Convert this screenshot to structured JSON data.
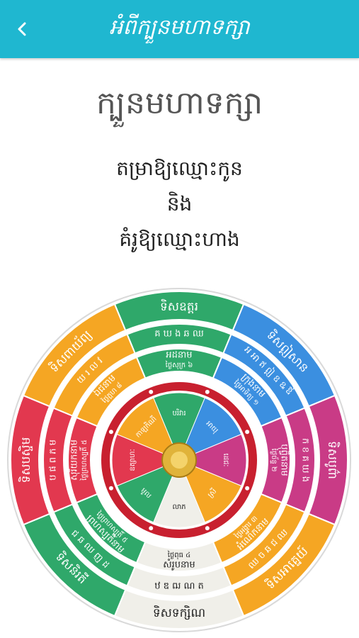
{
  "header": {
    "title": "អំពីក្បួនមហាទក្សា",
    "back_icon": "back-arrow-icon",
    "color": "#1fb7d0"
  },
  "main": {
    "title": "ក្បួនមហាទក្សា",
    "line1": "តម្រាឱ្យឈ្មោះកូន",
    "line2": "និង",
    "line3": "គំរូឱ្យឈ្មោះហាង"
  },
  "wheel": {
    "directions": [
      {
        "label": "ទិសឧត្តរ",
        "color": "#2fa86a"
      },
      {
        "label": "ទិសឦសាន",
        "color": "#3b8fe0"
      },
      {
        "label": "ទិសបូព៌ា",
        "color": "#c93b86"
      },
      {
        "label": "ទិសអាគ្នេយ៍",
        "color": "#f5a623"
      },
      {
        "label": "ទិសទក្សិណ",
        "color": "#f0efe9"
      },
      {
        "label": "ទិសនិរតី",
        "color": "#2fa86a"
      },
      {
        "label": "ទិសបស្ចិម",
        "color": "#e2384f"
      },
      {
        "label": "ទិសពាយ័ព្យ",
        "color": "#f5a623"
      }
    ],
    "letters": [
      "គ ឃ ង ឆ ឈ",
      "អ អា ឥ ឦ ឧ ឩ ឪ",
      "ក ខ គ ឃ ង",
      "ឈ ច ឆ ជ ឈ",
      "ឋ ឌ ឍ ណ ត",
      "ជ ឆ ឈ ញ ដ",
      "ប ផ ព ភ ម",
      "យ រ ល វ"
    ],
    "groups": [
      {
        "name": "អដនាម",
        "day": "ថ្ងៃសុក្រ ៦"
      },
      {
        "name": "ក្រុងនាម",
        "day": "ថ្ងៃអាទិត្យ ១"
      },
      {
        "name": "បុព្វិតនាម",
        "day": "ថ្ងៃច័ន្ទ ២"
      },
      {
        "name": "អំណើកនាម",
        "day": "ថ្ងៃអង្គារ ៣"
      },
      {
        "name": "សំរូបនាម",
        "day": "ថ្ងៃពុធ ៤"
      },
      {
        "name": "ព្រហស្បតិ៍នាម",
        "day": "ថ្ងៃព្រហស្បតិ៍ ៥"
      },
      {
        "name": "សុរិយកនាម",
        "day": "ថ្ងៃព្រហស្បតិ៍ ៥"
      },
      {
        "name": "ឯជនាម",
        "day": "ថ្ងៃភ្ពហ ៨"
      }
    ],
    "inner": [
      "បរិវារ",
      "អាយុ",
      "ដេជៈ",
      "ស្រី",
      "លាភ",
      "មូល",
      "ឧត្សាហៈ",
      "កាឡកិណី"
    ],
    "colors": {
      "green": "#2fa86a",
      "blue": "#3b8fe0",
      "magenta": "#c93b86",
      "orange": "#f5a623",
      "cream": "#f0efe9",
      "red": "#e2384f",
      "ring": "#c8202f",
      "center": "#e0b33a"
    }
  }
}
